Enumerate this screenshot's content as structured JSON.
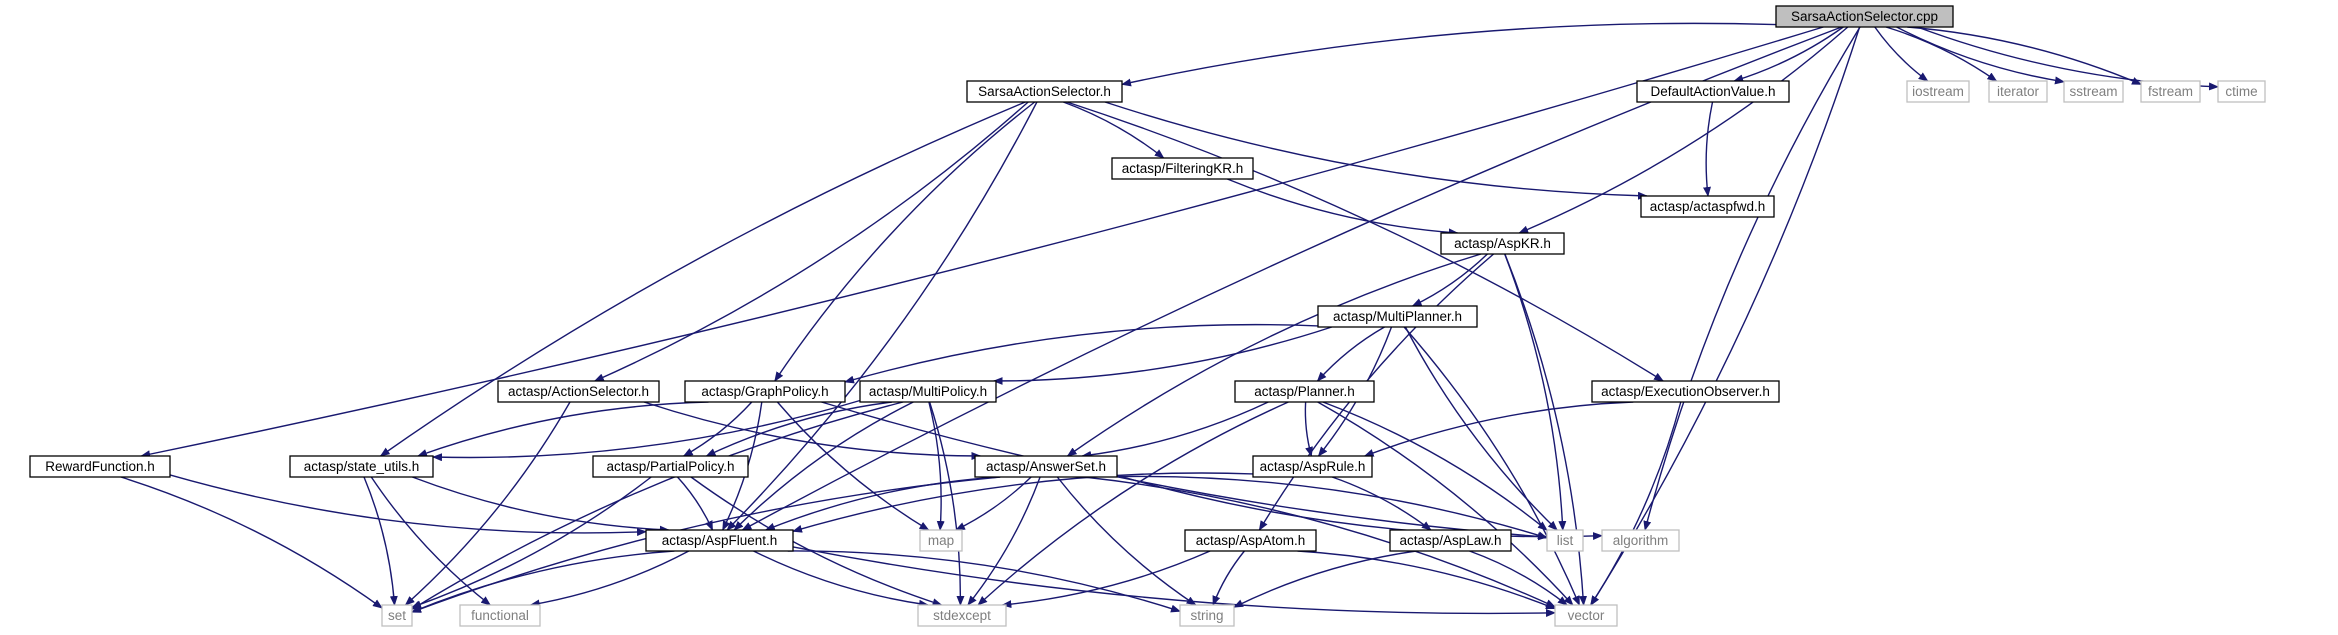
{
  "diagram": {
    "type": "include-dependency-graph",
    "colors": {
      "edge": "#191970",
      "root_fill": "#bfbfbf",
      "local_border": "#000000",
      "system_border": "#bfbfbf",
      "system_text": "#7f7f7f"
    },
    "nodes": [
      {
        "id": "sas_cpp",
        "label": "SarsaActionSelector.cpp",
        "kind": "root"
      },
      {
        "id": "sas_h",
        "label": "SarsaActionSelector.h",
        "kind": "local"
      },
      {
        "id": "dav_h",
        "label": "DefaultActionValue.h",
        "kind": "local"
      },
      {
        "id": "iostream",
        "label": "iostream",
        "kind": "system"
      },
      {
        "id": "iterator",
        "label": "iterator",
        "kind": "system"
      },
      {
        "id": "sstream",
        "label": "sstream",
        "kind": "system"
      },
      {
        "id": "fstream",
        "label": "fstream",
        "kind": "system"
      },
      {
        "id": "ctime",
        "label": "ctime",
        "kind": "system"
      },
      {
        "id": "fkr_h",
        "label": "actasp/FilteringKR.h",
        "kind": "local"
      },
      {
        "id": "fwd_h",
        "label": "actasp/actaspfwd.h",
        "kind": "local"
      },
      {
        "id": "akr_h",
        "label": "actasp/AspKR.h",
        "kind": "local"
      },
      {
        "id": "mp_h",
        "label": "actasp/MultiPlanner.h",
        "kind": "local"
      },
      {
        "id": "as_h",
        "label": "actasp/ActionSelector.h",
        "kind": "local"
      },
      {
        "id": "gp_h",
        "label": "actasp/GraphPolicy.h",
        "kind": "local"
      },
      {
        "id": "mpol_h",
        "label": "actasp/MultiPolicy.h",
        "kind": "local"
      },
      {
        "id": "pl_h",
        "label": "actasp/Planner.h",
        "kind": "local"
      },
      {
        "id": "eo_h",
        "label": "actasp/ExecutionObserver.h",
        "kind": "local"
      },
      {
        "id": "rf_h",
        "label": "RewardFunction.h",
        "kind": "local"
      },
      {
        "id": "su_h",
        "label": "actasp/state_utils.h",
        "kind": "local"
      },
      {
        "id": "pp_h",
        "label": "actasp/PartialPolicy.h",
        "kind": "local"
      },
      {
        "id": "ans_h",
        "label": "actasp/AnswerSet.h",
        "kind": "local"
      },
      {
        "id": "ar_h",
        "label": "actasp/AspRule.h",
        "kind": "local"
      },
      {
        "id": "af_h",
        "label": "actasp/AspFluent.h",
        "kind": "local"
      },
      {
        "id": "aa_h",
        "label": "actasp/AspAtom.h",
        "kind": "local"
      },
      {
        "id": "al_h",
        "label": "actasp/AspLaw.h",
        "kind": "local"
      },
      {
        "id": "map",
        "label": "map",
        "kind": "system"
      },
      {
        "id": "list",
        "label": "list",
        "kind": "system"
      },
      {
        "id": "algorithm",
        "label": "algorithm",
        "kind": "system"
      },
      {
        "id": "set",
        "label": "set",
        "kind": "system"
      },
      {
        "id": "functional",
        "label": "functional",
        "kind": "system"
      },
      {
        "id": "stdexcept",
        "label": "stdexcept",
        "kind": "system"
      },
      {
        "id": "string",
        "label": "string",
        "kind": "system"
      },
      {
        "id": "vector",
        "label": "vector",
        "kind": "system"
      }
    ],
    "edges": [
      [
        "sas_cpp",
        "sas_h"
      ],
      [
        "sas_cpp",
        "dav_h"
      ],
      [
        "sas_cpp",
        "iostream"
      ],
      [
        "sas_cpp",
        "iterator"
      ],
      [
        "sas_cpp",
        "sstream"
      ],
      [
        "sas_cpp",
        "fstream"
      ],
      [
        "sas_cpp",
        "ctime"
      ],
      [
        "sas_cpp",
        "rf_h"
      ],
      [
        "sas_cpp",
        "af_h"
      ],
      [
        "sas_cpp",
        "akr_h"
      ],
      [
        "sas_cpp",
        "algorithm"
      ],
      [
        "sas_cpp",
        "vector"
      ],
      [
        "dav_h",
        "fwd_h"
      ],
      [
        "sas_h",
        "fkr_h"
      ],
      [
        "sas_h",
        "fwd_h"
      ],
      [
        "sas_h",
        "as_h"
      ],
      [
        "sas_h",
        "gp_h"
      ],
      [
        "sas_h",
        "eo_h"
      ],
      [
        "sas_h",
        "su_h"
      ],
      [
        "sas_h",
        "af_h"
      ],
      [
        "fkr_h",
        "akr_h"
      ],
      [
        "akr_h",
        "mp_h"
      ],
      [
        "akr_h",
        "ans_h"
      ],
      [
        "akr_h",
        "list"
      ],
      [
        "akr_h",
        "aa_h"
      ],
      [
        "akr_h",
        "vector"
      ],
      [
        "mp_h",
        "gp_h"
      ],
      [
        "mp_h",
        "mpol_h"
      ],
      [
        "mp_h",
        "pl_h"
      ],
      [
        "mp_h",
        "ar_h"
      ],
      [
        "mp_h",
        "list"
      ],
      [
        "mp_h",
        "vector"
      ],
      [
        "as_h",
        "ans_h"
      ],
      [
        "as_h",
        "set"
      ],
      [
        "gp_h",
        "su_h"
      ],
      [
        "gp_h",
        "pp_h"
      ],
      [
        "gp_h",
        "map"
      ],
      [
        "gp_h",
        "af_h"
      ],
      [
        "gp_h",
        "list"
      ],
      [
        "mpol_h",
        "su_h"
      ],
      [
        "mpol_h",
        "pp_h"
      ],
      [
        "mpol_h",
        "map"
      ],
      [
        "mpol_h",
        "af_h"
      ],
      [
        "mpol_h",
        "stdexcept"
      ],
      [
        "mpol_h",
        "set"
      ],
      [
        "pl_h",
        "ans_h"
      ],
      [
        "pl_h",
        "ar_h"
      ],
      [
        "pl_h",
        "list"
      ],
      [
        "pl_h",
        "stdexcept"
      ],
      [
        "pl_h",
        "vector"
      ],
      [
        "eo_h",
        "ar_h"
      ],
      [
        "eo_h",
        "vector"
      ],
      [
        "rf_h",
        "af_h"
      ],
      [
        "rf_h",
        "set"
      ],
      [
        "su_h",
        "af_h"
      ],
      [
        "su_h",
        "set"
      ],
      [
        "su_h",
        "functional"
      ],
      [
        "pp_h",
        "af_h"
      ],
      [
        "pp_h",
        "stdexcept"
      ],
      [
        "pp_h",
        "set"
      ],
      [
        "ans_h",
        "af_h"
      ],
      [
        "ans_h",
        "map"
      ],
      [
        "ans_h",
        "set"
      ],
      [
        "ans_h",
        "stdexcept"
      ],
      [
        "ans_h",
        "string"
      ],
      [
        "ans_h",
        "list"
      ],
      [
        "ans_h",
        "algorithm"
      ],
      [
        "ans_h",
        "vector"
      ],
      [
        "ar_h",
        "af_h"
      ],
      [
        "ar_h",
        "al_h"
      ],
      [
        "af_h",
        "set"
      ],
      [
        "af_h",
        "functional"
      ],
      [
        "af_h",
        "stdexcept"
      ],
      [
        "af_h",
        "string"
      ],
      [
        "af_h",
        "vector"
      ],
      [
        "aa_h",
        "stdexcept"
      ],
      [
        "aa_h",
        "string"
      ],
      [
        "aa_h",
        "vector"
      ],
      [
        "al_h",
        "string"
      ],
      [
        "al_h",
        "vector"
      ]
    ]
  }
}
